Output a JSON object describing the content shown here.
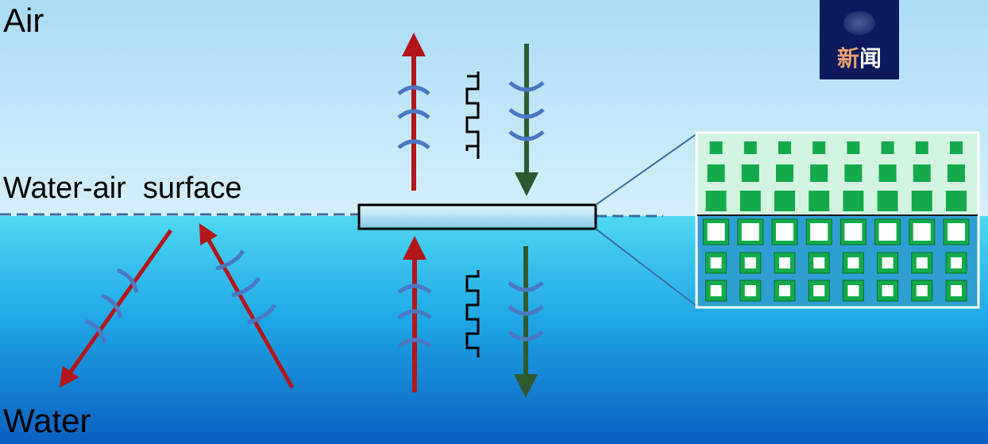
{
  "labels": {
    "air": "Air",
    "surface": "Water-air  surface",
    "water": "Water"
  },
  "badge": {
    "text_part1": "新",
    "text_part2": "闻",
    "background": "#0d1a5e"
  },
  "colors": {
    "air_top": "#a9dcf6",
    "air_bottom": "#d6effa",
    "water_top": "#4fd8f2",
    "water_bottom": "#0a5fbf",
    "red_arrow": "#b3161a",
    "green_arrow": "#2f5a2f",
    "wave_arc": "#4a78c2",
    "square_wave": "#000000",
    "metamaterial_top_fill": "#13ab4a",
    "metamaterial_bottom_bg": "#2f9fd2",
    "device_fill": "#9fdcf2",
    "dashed_surface": "#3a6ea5"
  },
  "icons": {
    "left_arrows": "oblique-reflection-arrows",
    "device": "metamaterial-slab",
    "zoom": "unit-cell-zoom-inset"
  }
}
